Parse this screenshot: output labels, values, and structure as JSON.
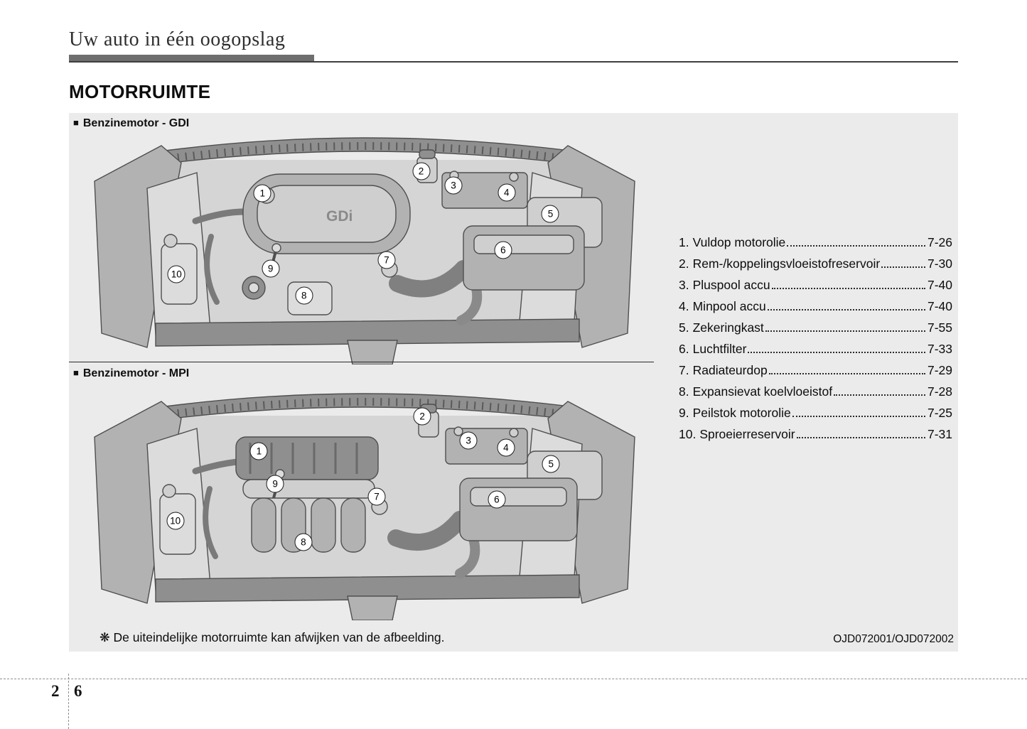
{
  "page": {
    "header_title": "Uw auto in één oogopslag",
    "section_title": "MOTORRUIMTE",
    "chapter_num": "2",
    "page_num": "6"
  },
  "figure": {
    "bullet": "■",
    "panel1_label": "Benzinemotor - GDI",
    "panel2_label": "Benzinemotor - MPI",
    "engine_cover_text": "GDi",
    "footnote": "❋ De uiteindelijke motorruimte kan afwijken van de afbeelding.",
    "image_code": "OJD072001/OJD072002",
    "callout_numbers": [
      "1",
      "2",
      "3",
      "4",
      "5",
      "6",
      "7",
      "8",
      "9",
      "10"
    ]
  },
  "legend": {
    "items": [
      {
        "num": "1.",
        "label": "Vuldop motorolie",
        "page": "7-26"
      },
      {
        "num": "2.",
        "label": "Rem-/koppelingsvloeistofreservoir",
        "page": "7-30"
      },
      {
        "num": "3.",
        "label": "Pluspool accu",
        "page": "7-40"
      },
      {
        "num": "4.",
        "label": "Minpool accu",
        "page": "7-40"
      },
      {
        "num": "5.",
        "label": "Zekeringkast",
        "page": "7-55"
      },
      {
        "num": "6.",
        "label": "Luchtfilter",
        "page": "7-33"
      },
      {
        "num": "7.",
        "label": "Radiateurdop",
        "page": "7-29"
      },
      {
        "num": "8.",
        "label": "Expansievat koelvloeistof",
        "page": "7-28"
      },
      {
        "num": "9.",
        "label": "Peilstok motorolie",
        "page": "7-25"
      },
      {
        "num": "10.",
        "label": "Sproeierreservoir",
        "page": "7-31"
      }
    ]
  }
}
